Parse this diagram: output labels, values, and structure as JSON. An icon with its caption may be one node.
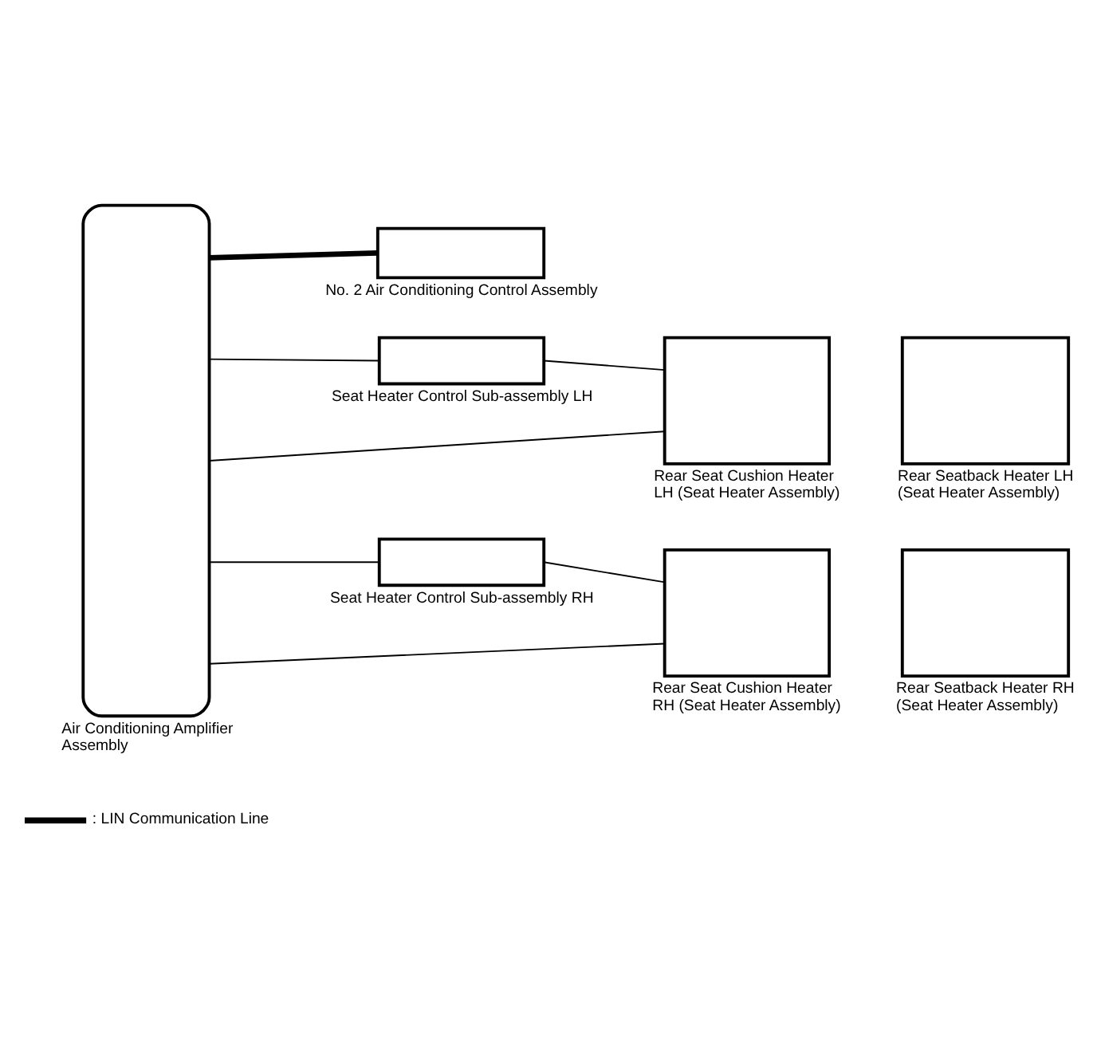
{
  "diagram": {
    "nodes": [
      {
        "text": [
          "Air Conditioning Amplifier Assembly"
        ]
      },
      {
        "text": [
          "No. 2 Air Conditioning Control Assembly"
        ]
      },
      {
        "text": [
          "Seat Heater Control Sub-assembly LH"
        ]
      },
      {
        "text": [
          "Rear Seat Cushion Heater LH (Seat Heater Assembly)"
        ]
      },
      {
        "text": [
          "Rear Seatback Heater LH (Seat Heater Assembly)"
        ]
      },
      {
        "text": [
          "Seat Heater Control Sub-assembly RH"
        ]
      },
      {
        "text": [
          "Rear Seat Cushion Heater RH (Seat Heater Assembly)"
        ]
      },
      {
        "text": [
          "Rear Seatback Heater RH (Seat Heater Assembly)"
        ]
      }
    ],
    "edges": [
      {
        "from": 0,
        "to": 1,
        "arrow": "none",
        "style": "thick"
      },
      {
        "from": 0,
        "to": 2,
        "arrow": "none"
      },
      {
        "from": 2,
        "to": 3,
        "arrow": "none"
      },
      {
        "from": 0,
        "to": 3,
        "arrow": "none"
      },
      {
        "from": 0,
        "to": 5,
        "arrow": "none"
      },
      {
        "from": 5,
        "to": 6,
        "arrow": "none"
      },
      {
        "from": 0,
        "to": 6,
        "arrow": "none"
      }
    ],
    "legend": [
      {
        "text": ": LIN Communication Line"
      }
    ]
  }
}
